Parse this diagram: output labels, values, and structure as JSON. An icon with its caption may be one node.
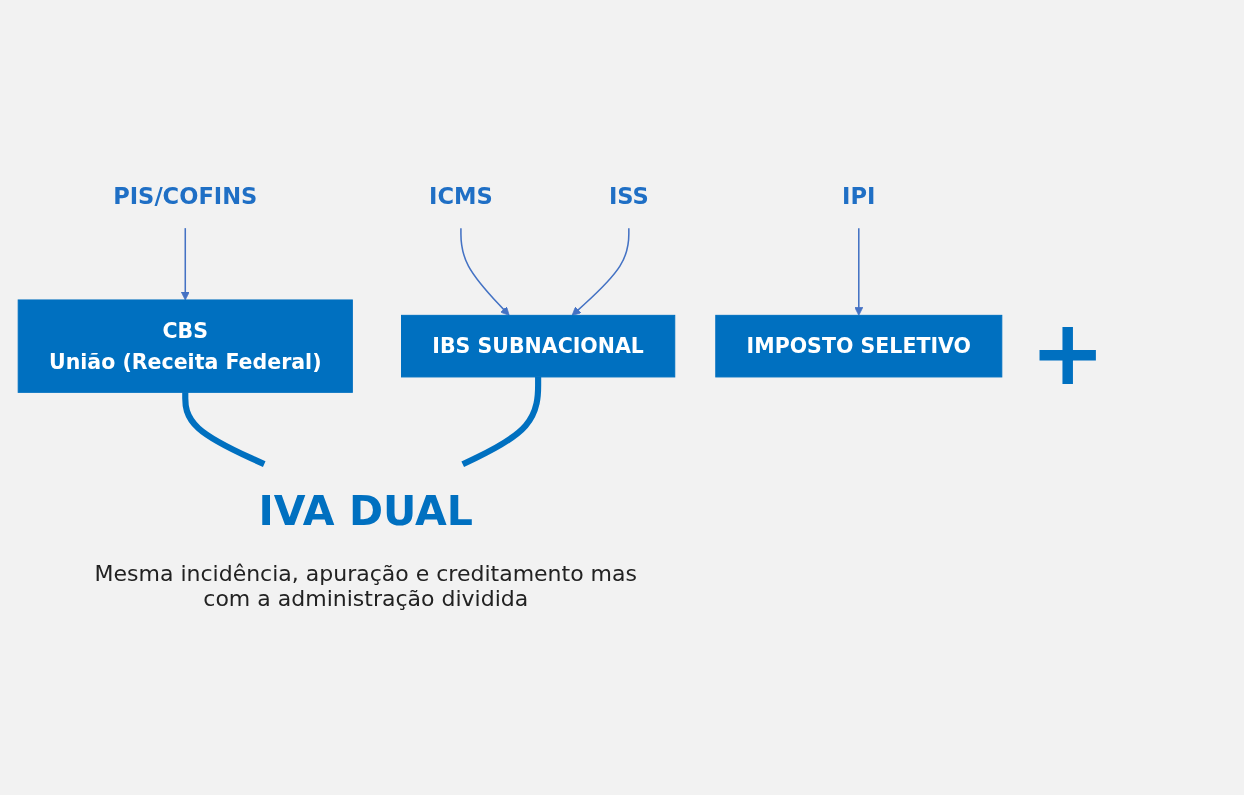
{
  "diagram": {
    "nodes": [
      {
        "text": [
          "IPI"
        ]
      },
      {
        "text": [
          "PIS/COFINS"
        ]
      },
      {
        "text": [
          "ICMS"
        ]
      },
      {
        "text": [
          "ISS"
        ]
      },
      {
        "text": [
          "CBS",
          "União (Receita Federal)"
        ]
      },
      {
        "text": [
          "IBS SUBNACIONAL"
        ]
      },
      {
        "text": [
          "IMPOSTO SELETIVO"
        ]
      },
      {
        "text": [
          "IVA DUAL"
        ],
        "beside": [
          "Mesma incidência, apuração e creditamento mas com a administração dividida"
        ]
      }
    ],
    "edges": [
      {
        "from": 0,
        "to": 6,
        "arrow": "to"
      },
      {
        "from": 1,
        "to": 4,
        "arrow": "to"
      },
      {
        "from": 2,
        "to": 5,
        "arrow": "to"
      },
      {
        "from": 3,
        "to": 5,
        "arrow": "to"
      },
      {
        "from": 4,
        "to": 7,
        "arrow": "none",
        "style": "thick"
      },
      {
        "from": 5,
        "to": 7,
        "arrow": "none",
        "style": "thick"
      }
    ],
    "labels": [
      "+"
    ]
  }
}
